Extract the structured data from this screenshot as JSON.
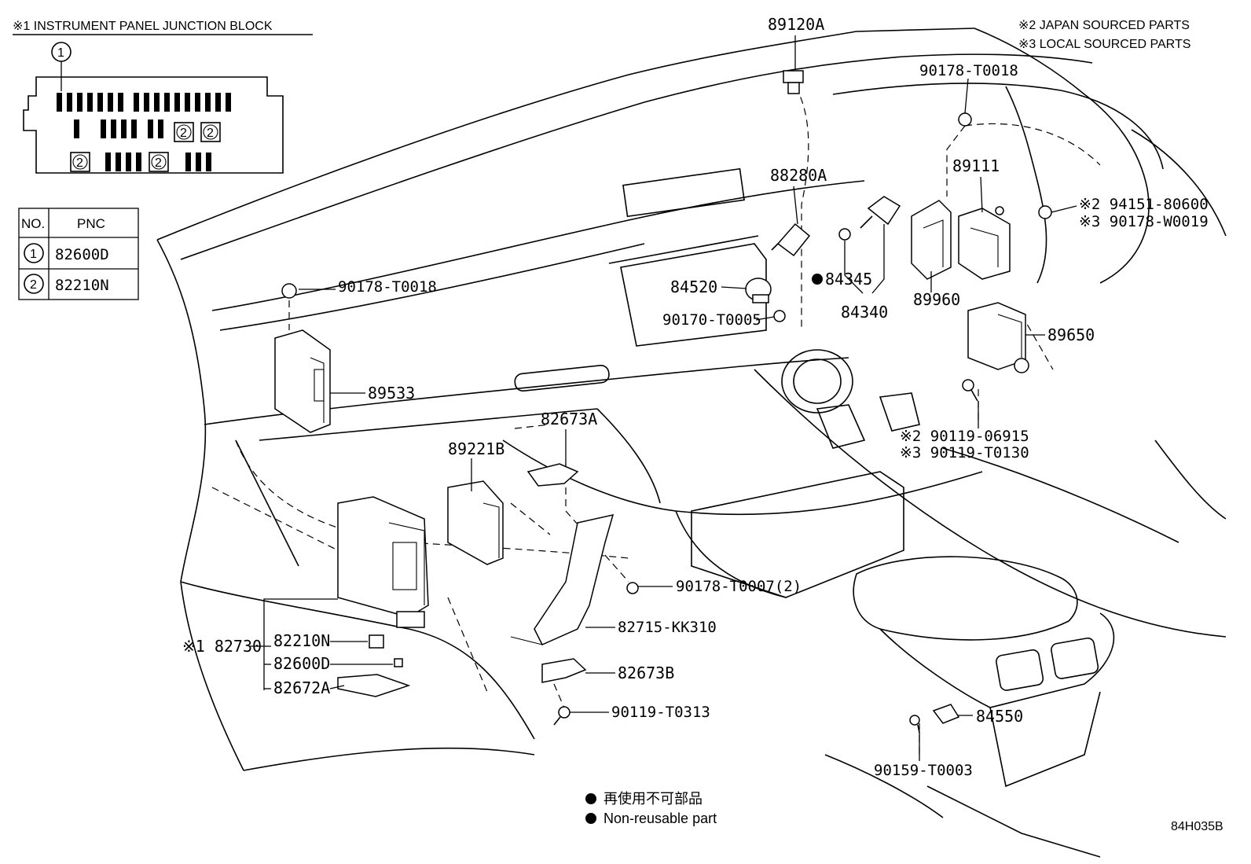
{
  "junction_block": {
    "title": "※1 INSTRUMENT PANEL JUNCTION BLOCK",
    "callout_1": "1",
    "callout_2": "2"
  },
  "notes": {
    "japan": "※2 JAPAN SOURCED PARTS",
    "local": "※3 LOCAL SOURCED PARTS"
  },
  "pnc_table": {
    "header_no": "NO.",
    "header_pnc": "PNC",
    "rows": [
      {
        "no": "1",
        "pnc": "82600D"
      },
      {
        "no": "2",
        "pnc": "82210N"
      }
    ]
  },
  "labels": {
    "p89120A": "89120A",
    "p90178_T0018_top": "90178-T0018",
    "p89111": "89111",
    "p94151": "※2 94151-80600",
    "p90178_W0019": "※3 90178-W0019",
    "p88280A": "88280A",
    "p84345": "84345",
    "p84340": "84340",
    "p84520": "84520",
    "p90170_T0005": "90170-T0005",
    "p89960": "89960",
    "p89650": "89650",
    "p90178_T0018_left": "90178-T0018",
    "p89533": "89533",
    "p82673A": "82673A",
    "p89221B": "89221B",
    "p90119_06915": "※2 90119-06915",
    "p90119_T0130": "※3 90119-T0130",
    "p90178_T0007": "90178-T0007(2)",
    "p82715": "82715-KK310",
    "p82730": "※1 82730",
    "p82210N": "82210N",
    "p82600D": "82600D",
    "p82672A": "82672A",
    "p82673B": "82673B",
    "p90119_T0313": "90119-T0313",
    "p84550": "84550",
    "p90159_T0003": "90159-T0003"
  },
  "legend": {
    "jp": "再使用不可部品",
    "en": "Non-reusable part"
  },
  "diagram_code": "84H035B"
}
